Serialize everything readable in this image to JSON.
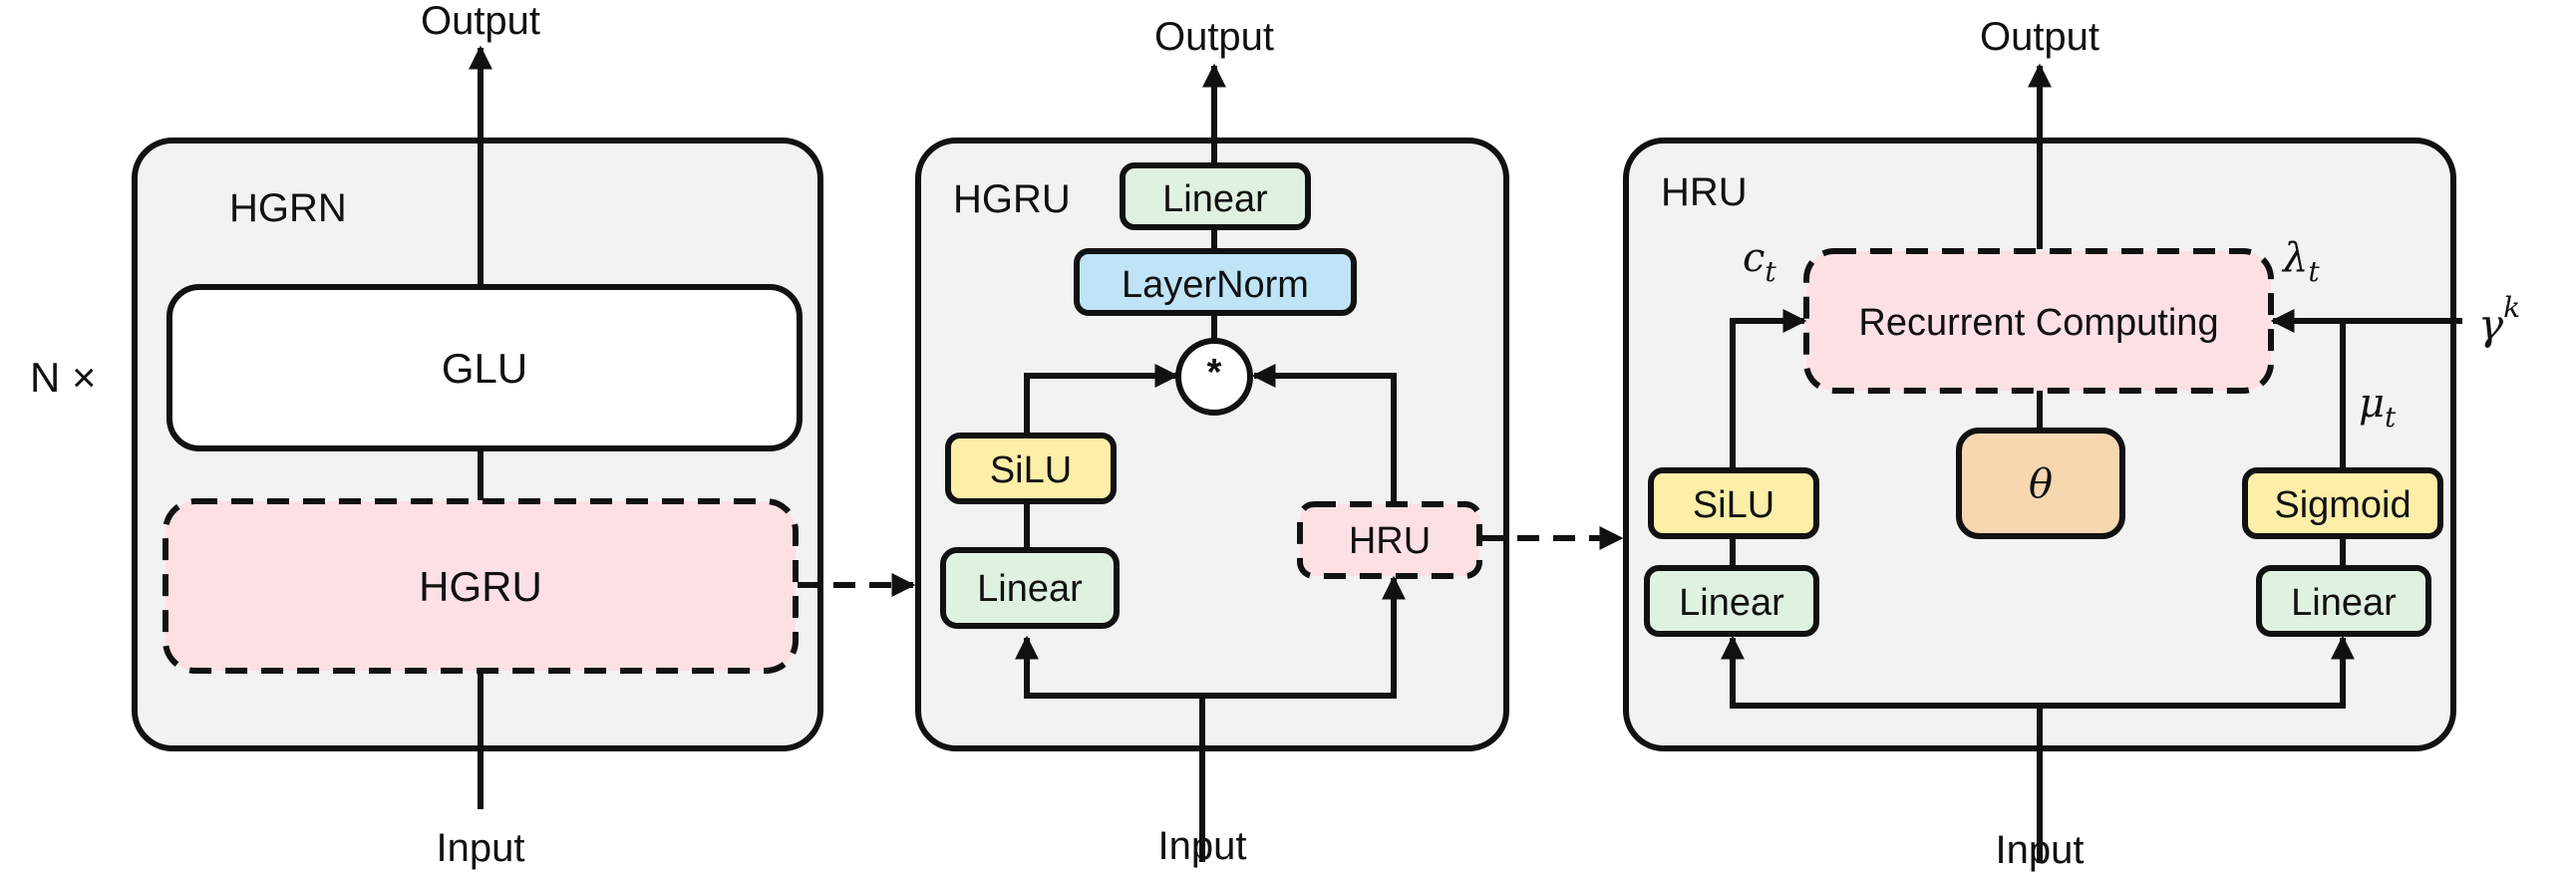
{
  "repeat_label": "N ×",
  "io": {
    "hgrn_output": "Output",
    "hgrn_input": "Input",
    "hgru_output": "Output",
    "hgru_input": "Input",
    "hru_output": "Output",
    "hru_input": "Input"
  },
  "hgrn_panel": {
    "title": "HGRN",
    "glu_label": "GLU",
    "hgru_label": "HGRU"
  },
  "hgru_panel": {
    "title": "HGRU",
    "linear_out_label": "Linear",
    "layernorm_label": "LayerNorm",
    "multiply_symbol": "*",
    "silu_label": "SiLU",
    "linear_in_label": "Linear",
    "hru_label": "HRU"
  },
  "hru_panel": {
    "title": "HRU",
    "recurrent_label": "Recurrent Computing",
    "theta_label": "θ",
    "silu_label": "SiLU",
    "linear_left_label": "Linear",
    "sigmoid_label": "Sigmoid",
    "linear_right_label": "Linear",
    "c_symbol": "c",
    "c_subscript": "t",
    "lambda_symbol": "λ",
    "lambda_subscript": "t",
    "mu_symbol": "μ",
    "mu_subscript": "t",
    "gamma_symbol": "γ",
    "gamma_superscript": "k"
  },
  "colors": {
    "panel_fill": "#f2f2f2",
    "pink": "#fde0e4",
    "green": "#dff2e1",
    "blue": "#bfe3f7",
    "yellow": "#fdeea8",
    "orange": "#f6d7b0",
    "white": "#ffffff",
    "stroke": "#111111"
  }
}
